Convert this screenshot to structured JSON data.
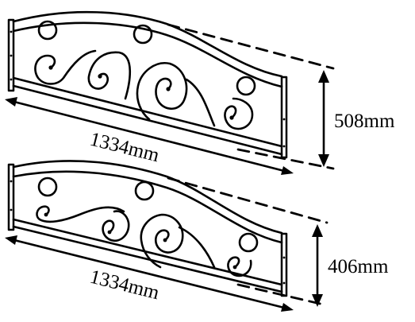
{
  "panels": [
    {
      "id": "top",
      "length_label": "1334mm",
      "height_label": "508mm"
    },
    {
      "id": "bottom",
      "length_label": "1334mm",
      "height_label": "406mm"
    }
  ],
  "colors": {
    "ink": "#000000",
    "background": "#ffffff"
  }
}
